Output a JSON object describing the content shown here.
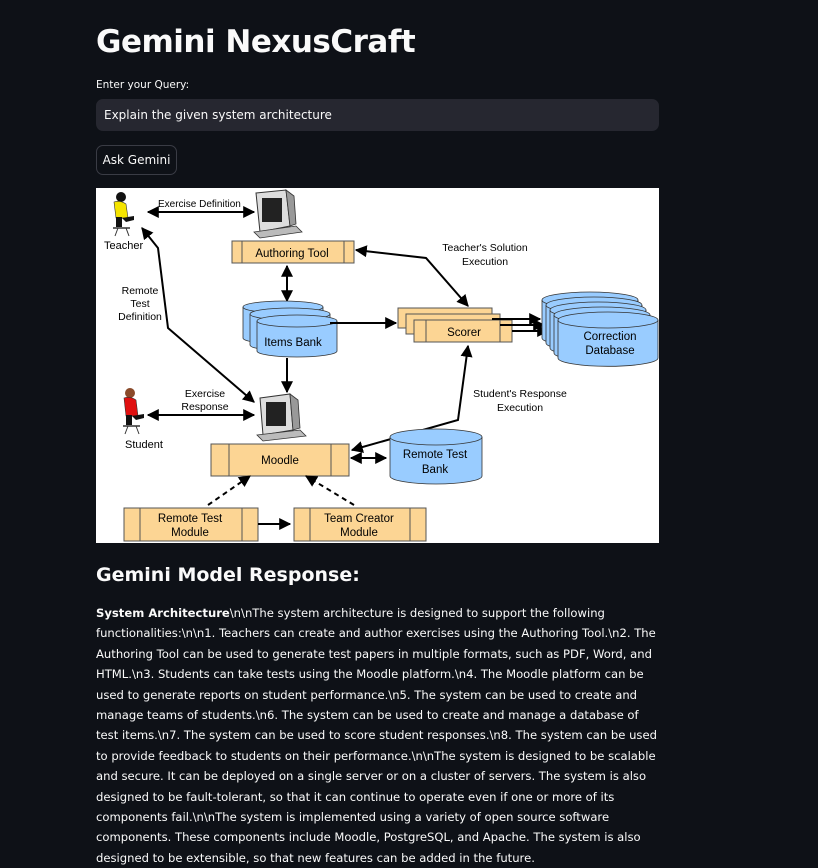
{
  "app": {
    "title": "Gemini NexusCraft"
  },
  "query": {
    "label": "Enter your Query:",
    "value": "Explain the given system architecture",
    "button_label": "Ask Gemini"
  },
  "diagram": {
    "labels": {
      "exercise_definition": "Exercise Definition",
      "teacher": "Teacher",
      "authoring_tool": "Authoring Tool",
      "teachers_solution_1": "Teacher's Solution",
      "teachers_solution_2": "Execution",
      "remote_test_def_1": "Remote",
      "remote_test_def_2": "Test",
      "remote_test_def_3": "Definition",
      "items_bank": "Items Bank",
      "scorer": "Scorer",
      "correction_db_1": "Correction",
      "correction_db_2": "Database",
      "exercise_response_1": "Exercise",
      "exercise_response_2": "Response",
      "student": "Student",
      "students_response_1": "Student's Response",
      "students_response_2": "Execution",
      "moodle": "Moodle",
      "remote_test_bank_1": "Remote Test",
      "remote_test_bank_2": "Bank",
      "remote_test_module_1": "Remote Test",
      "remote_test_module_2": "Module",
      "team_creator_module_1": "Team Creator",
      "team_creator_module_2": "Module"
    }
  },
  "response": {
    "heading": "Gemini Model Response:",
    "bold_lead": "System Architecture",
    "body": "\\n\\nThe system architecture is designed to support the following functionalities:\\n\\n1. Teachers can create and author exercises using the Authoring Tool.\\n2. The Authoring Tool can be used to generate test papers in multiple formats, such as PDF, Word, and HTML.\\n3. Students can take tests using the Moodle platform.\\n4. The Moodle platform can be used to generate reports on student performance.\\n5. The system can be used to create and manage teams of students.\\n6. The system can be used to create and manage a database of test items.\\n7. The system can be used to score student responses.\\n8. The system can be used to provide feedback to students on their performance.\\n\\nThe system is designed to be scalable and secure. It can be deployed on a single server or on a cluster of servers. The system is also designed to be fault-tolerant, so that it can continue to operate even if one or more of its components fail.\\n\\nThe system is implemented using a variety of open source software components. These components include Moodle, PostgreSQL, and Apache. The system is also designed to be extensible, so that new features can be added in the future."
  },
  "colors": {
    "background": "#0e1117",
    "input_background": "#262730",
    "box_fill": "#fcd594",
    "db_fill": "#99ccff"
  }
}
